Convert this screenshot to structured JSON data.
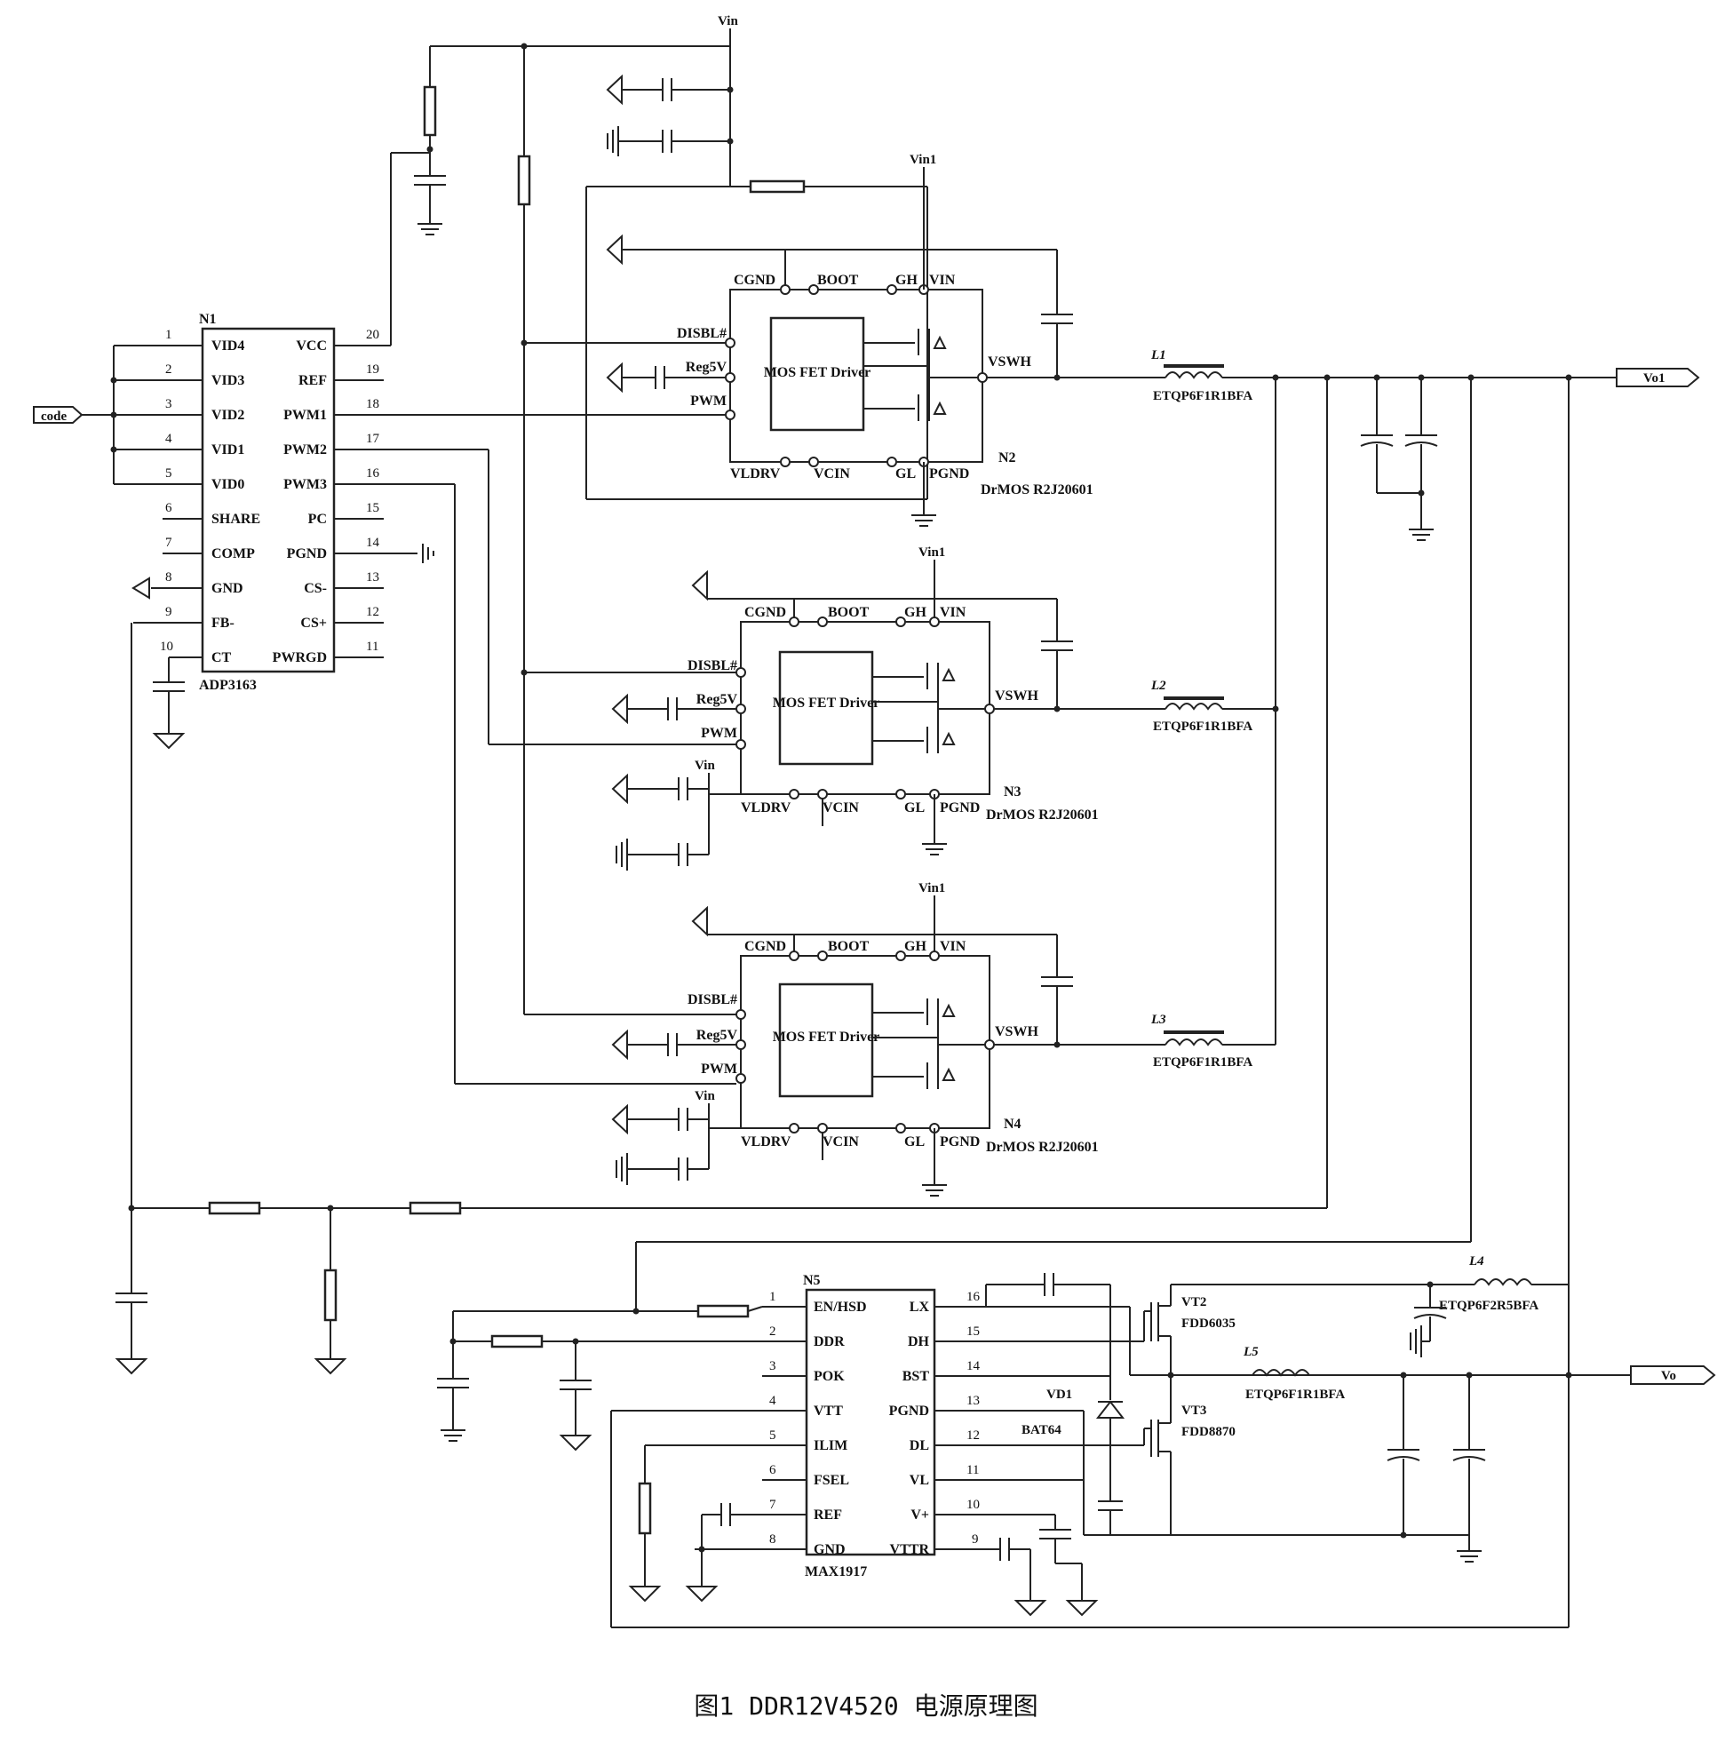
{
  "title": "图1   DDR12V4520 电源原理图",
  "n1": {
    "ref": "N1",
    "part": "ADP3163",
    "left_pins": [
      {
        "num": "1",
        "name": "VID4"
      },
      {
        "num": "2",
        "name": "VID3"
      },
      {
        "num": "3",
        "name": "VID2"
      },
      {
        "num": "4",
        "name": "VID1"
      },
      {
        "num": "5",
        "name": "VID0"
      },
      {
        "num": "6",
        "name": "SHARE"
      },
      {
        "num": "7",
        "name": "COMP"
      },
      {
        "num": "8",
        "name": "GND"
      },
      {
        "num": "9",
        "name": "FB-"
      },
      {
        "num": "10",
        "name": "CT"
      }
    ],
    "right_pins": [
      {
        "num": "20",
        "name": "VCC"
      },
      {
        "num": "19",
        "name": "REF"
      },
      {
        "num": "18",
        "name": "PWM1"
      },
      {
        "num": "17",
        "name": "PWM2"
      },
      {
        "num": "16",
        "name": "PWM3"
      },
      {
        "num": "15",
        "name": "PC"
      },
      {
        "num": "14",
        "name": "PGND"
      },
      {
        "num": "13",
        "name": "CS-"
      },
      {
        "num": "12",
        "name": "CS+"
      },
      {
        "num": "11",
        "name": "PWRGD"
      }
    ]
  },
  "code_port": "code",
  "vin_top": "Vin",
  "drivers": [
    {
      "ref": "N2",
      "part": "DrMOS R2J20601",
      "supply": "Vin1"
    },
    {
      "ref": "N3",
      "part": "DrMOS R2J20601",
      "supply": "Vin1",
      "aux": "Vin"
    },
    {
      "ref": "N4",
      "part": "DrMOS R2J20601",
      "supply": "Vin1",
      "aux": "Vin"
    }
  ],
  "driver_pins": {
    "cgnd": "CGND",
    "boot": "BOOT",
    "gh": "GH",
    "vin": "VIN",
    "disbl": "DISBL#",
    "reg5v": "Reg5V",
    "pwm": "PWM",
    "vswh": "VSWH",
    "vldrv": "VLDRV",
    "vcin": "VCIN",
    "gl": "GL",
    "pgnd": "PGND",
    "core": "MOS FET Driver"
  },
  "inductors": [
    {
      "ref": "L1",
      "part": "ETQP6F1R1BFA"
    },
    {
      "ref": "L2",
      "part": "ETQP6F1R1BFA"
    },
    {
      "ref": "L3",
      "part": "ETQP6F1R1BFA"
    },
    {
      "ref": "L4",
      "part": "ETQP6F2R5BFA"
    },
    {
      "ref": "L5",
      "part": "ETQP6F1R1BFA"
    }
  ],
  "vout_port": "Vo1",
  "vtt_port": "Vo",
  "n5": {
    "ref": "N5",
    "part": "MAX1917",
    "left_pins": [
      {
        "num": "1",
        "name": "EN/HSD"
      },
      {
        "num": "2",
        "name": "DDR"
      },
      {
        "num": "3",
        "name": "POK"
      },
      {
        "num": "4",
        "name": "VTT"
      },
      {
        "num": "5",
        "name": "ILIM"
      },
      {
        "num": "6",
        "name": "FSEL"
      },
      {
        "num": "7",
        "name": "REF"
      },
      {
        "num": "8",
        "name": "GND"
      }
    ],
    "right_pins": [
      {
        "num": "16",
        "name": "LX"
      },
      {
        "num": "15",
        "name": "DH"
      },
      {
        "num": "14",
        "name": "BST"
      },
      {
        "num": "13",
        "name": "PGND"
      },
      {
        "num": "12",
        "name": "DL"
      },
      {
        "num": "11",
        "name": "VL"
      },
      {
        "num": "10",
        "name": "V+"
      },
      {
        "num": "9",
        "name": "VTTR"
      }
    ]
  },
  "vt2": {
    "ref": "VT2",
    "part": "FDD6035"
  },
  "vt3": {
    "ref": "VT3",
    "part": "FDD8870"
  },
  "vd1": {
    "ref": "VD1",
    "part": "BAT64"
  }
}
